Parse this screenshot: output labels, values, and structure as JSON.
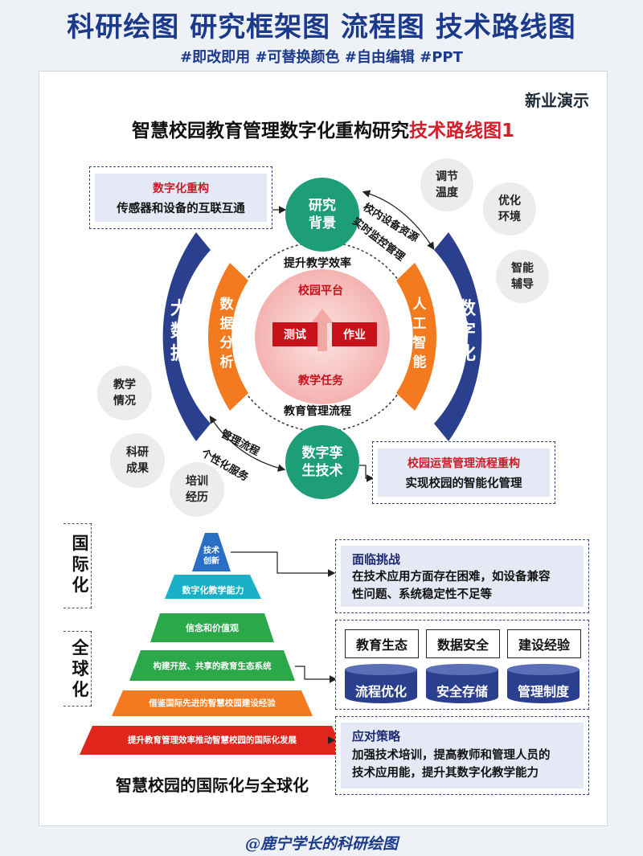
{
  "header": {
    "title": "科研绘图   研究框架图   流程图   技术路线图",
    "tags": "#即改即用 #可替换颜色 #自由编辑 #PPT"
  },
  "brand": "新业演示",
  "main_title": {
    "prefix": "智慧校园教育管理数字化重构研究",
    "highlight": "技术路线图1"
  },
  "top_left_box": {
    "title": "数字化重构",
    "text": "传感器和设备的互联互通"
  },
  "bottom_right_box": {
    "title": "校园运营管理流程重构",
    "text": "实现校园的智能化管理"
  },
  "teal_circles": {
    "top": "研究\n背景",
    "bottom": "数字孪\n生技术"
  },
  "arrow_labels": {
    "top_right_outer": "校内设备资源",
    "top_right_inner": "实时监控管理",
    "bottom_left_outer": "管理流程",
    "bottom_left_inner": "个性化服务"
  },
  "gray_circles": {
    "adjust_temp": "调节\n温度",
    "optimize_env": "优化\n环境",
    "smart_guide": "智能\n辅导",
    "teaching_status": "教学\n情况",
    "research_results": "科研\n成果",
    "training": "培训\n经历"
  },
  "arcs": {
    "left_outer": "大\n数\n据",
    "left_inner": "数\n据\n分\n析",
    "right_inner": "人\n工\n智\n能",
    "right_outer": "数\n字\n化"
  },
  "center": {
    "top_label": "提升教学效率",
    "bottom_label": "教育管理流程",
    "platform": "校园平台",
    "test": "测试",
    "homework": "作业",
    "task": "教学任务"
  },
  "side_labels": {
    "intl": "国\n际\n化",
    "global": "全\n球\n化"
  },
  "pyramid": {
    "levels": [
      "技术\n创新",
      "数字化教学能力",
      "信念和价值观",
      "构建开放、共享的教育生态系统",
      "借鉴国际先进的智慧校园建设经验",
      "提升教育管理效率推动智慧校园的国际化发展"
    ],
    "caption": "智慧校园的国际化与全球化"
  },
  "challenge_box": {
    "title": "面临挑战",
    "text": "在技术应用方面存在困难，如设备兼容\n性问题、系统稳定性不足等"
  },
  "grid": {
    "top": [
      "教育生态",
      "数据安全",
      "建设经验"
    ],
    "bottom": [
      "流程优化",
      "安全存储",
      "管理制度"
    ]
  },
  "strategy_box": {
    "title": "应对策略",
    "text": "加强技术培训，提高教师和管理人员的\n技术应用能，提升其数字化教学能力"
  },
  "footer": "@鹿宁学长的科研绘图",
  "colors": {
    "navy": "#2b3f8f",
    "orange": "#f47a20",
    "teal": "#1d9e77",
    "red": "#c7111b",
    "pyramid": [
      "#2a6fc4",
      "#1ab0c8",
      "#2ba94a",
      "#2ba94a",
      "#f47a20",
      "#e0261c"
    ]
  }
}
